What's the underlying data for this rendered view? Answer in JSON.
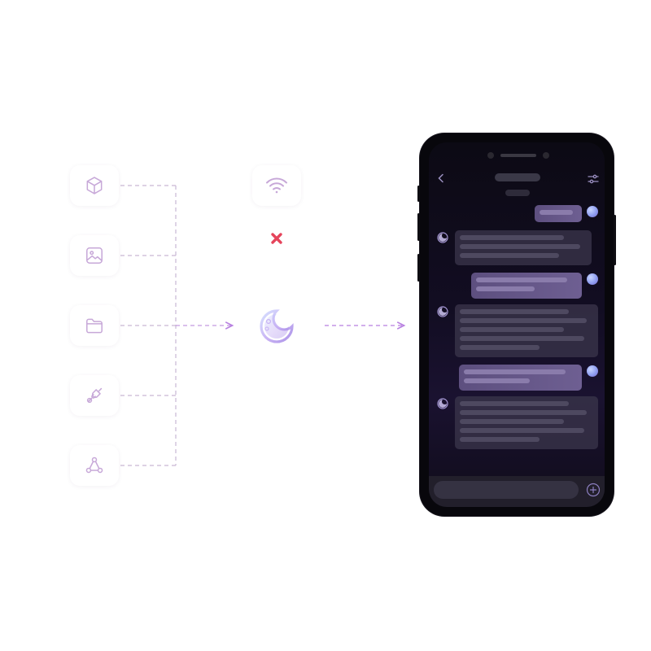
{
  "colors": {
    "tile_icon": "#c7a8d8",
    "connector": "#c9b8d4",
    "arrow": "#b77fe0",
    "offline": "#e5445b",
    "phone_body": "#08070c",
    "user_bubble": "#6e5f92",
    "bot_bubble": "#3a344a"
  },
  "sources": [
    {
      "id": "cube",
      "icon": "cube-icon"
    },
    {
      "id": "image",
      "icon": "image-icon"
    },
    {
      "id": "folder",
      "icon": "folder-icon"
    },
    {
      "id": "plugin",
      "icon": "plug-icon"
    },
    {
      "id": "share",
      "icon": "share-nodes-icon"
    }
  ],
  "connectivity": {
    "icon": "wifi-icon",
    "status_icon": "x-mark-icon",
    "status": "offline"
  },
  "core": {
    "icon": "app-logo-icon"
  },
  "phone": {
    "header_icons": [
      "back-chevron-icon",
      "sliders-icon"
    ],
    "messages": [
      {
        "role": "user",
        "lines": 1
      },
      {
        "role": "bot",
        "lines": 3
      },
      {
        "role": "user",
        "lines": 2
      },
      {
        "role": "bot",
        "lines": 5
      },
      {
        "role": "user",
        "lines": 2
      },
      {
        "role": "bot",
        "lines": 5
      }
    ],
    "input_icon": "plus-icon"
  }
}
